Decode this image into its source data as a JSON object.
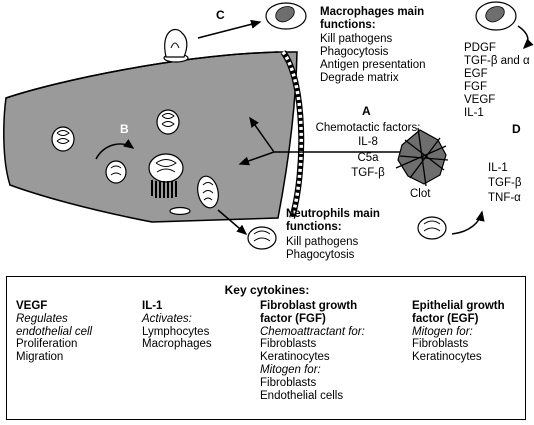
{
  "labels": {
    "A": "A",
    "B": "B",
    "C": "C",
    "D": "D"
  },
  "macrophages": {
    "title": [
      "Macrophages main",
      "functions:"
    ],
    "items": [
      "Kill pathogens",
      "Phagocytosis",
      "Antigen presentation",
      "Degrade matrix"
    ]
  },
  "macrophage_secretions": [
    "PDGF",
    "TGF-β and α",
    "EGF",
    "FGF",
    "VEGF",
    "IL-1"
  ],
  "chemotactic": {
    "title": "Chemotactic factors:",
    "items": [
      "IL-8",
      "C5a",
      "TGF-β"
    ]
  },
  "clot": {
    "label": "Clot",
    "factors": [
      "IL-1",
      "TGF-β",
      "TNF-α"
    ]
  },
  "neutrophils": {
    "title": [
      "Neutrophils main",
      "functions:"
    ],
    "items": [
      "Kill pathogens",
      "Phagocytosis"
    ]
  },
  "key": {
    "title": "Key cytokines:",
    "vegf": {
      "heading": "VEGF",
      "role": [
        "Regulates",
        "endothelial cell"
      ],
      "targets": [
        "Proliferation",
        "Migration"
      ]
    },
    "il1": {
      "heading": "IL-1",
      "role": "Activates:",
      "targets": [
        "Lymphocytes",
        "Macrophages"
      ]
    },
    "fgf": {
      "heading": [
        "Fibroblast growth",
        "factor (FGF)"
      ],
      "role1": "Chemoattractant for:",
      "targets1": [
        "Fibroblasts",
        "Keratinocytes"
      ],
      "role2": "Mitogen for:",
      "targets2": [
        "Fibroblasts",
        "Endothelial cells"
      ]
    },
    "egf": {
      "heading": [
        "Epithelial growth",
        "factor (EGF)"
      ],
      "role": "Mitogen for:",
      "targets": [
        "Fibroblasts",
        "Keratinocytes"
      ]
    }
  },
  "colors": {
    "vessel": "#9a9a9a",
    "cell_fill": "#ffffff",
    "nucleus": "#6e6e6e",
    "line": "#000000"
  }
}
